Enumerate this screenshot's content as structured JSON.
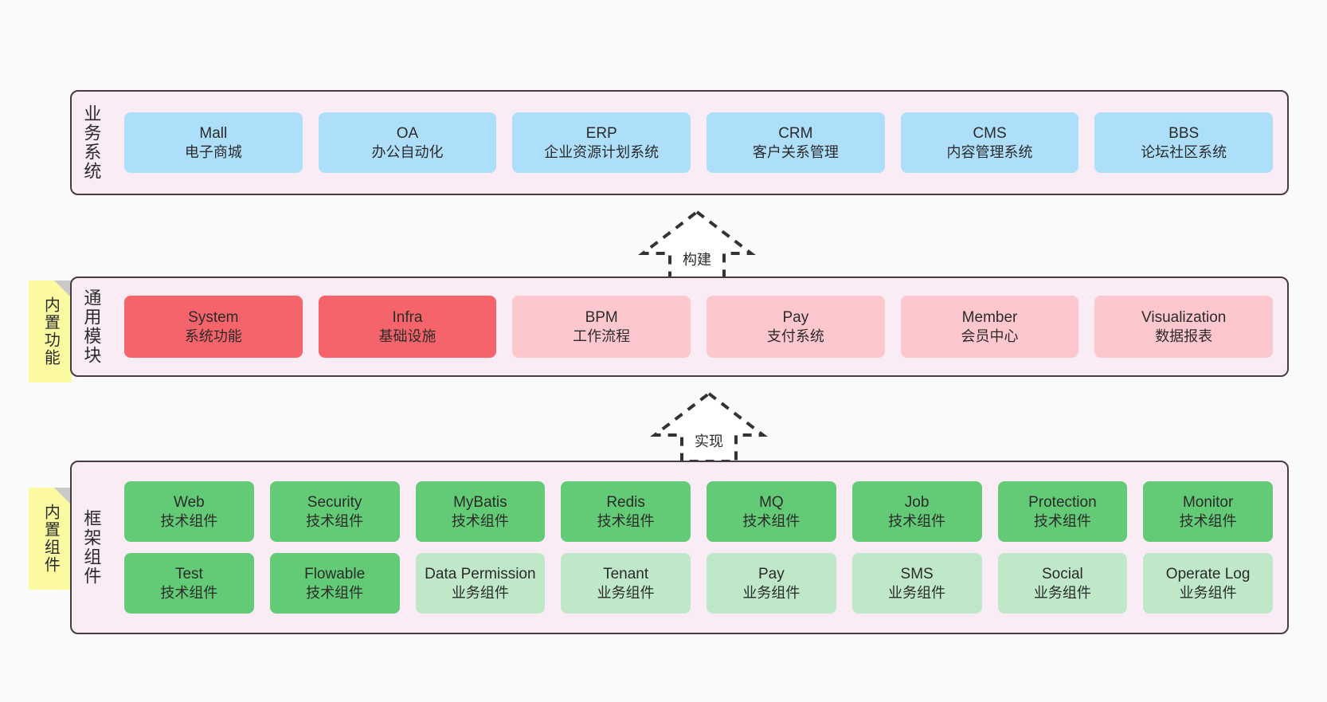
{
  "diagram": {
    "background_color": "#fafafa",
    "panel_bg": "#f9ecf5",
    "panel_border": "#4a3a42"
  },
  "layers": [
    {
      "id": "business",
      "title": "业务系统",
      "card_color": "#addffb",
      "cards": [
        {
          "en": "Mall",
          "cn": "电子商城"
        },
        {
          "en": "OA",
          "cn": "办公自动化"
        },
        {
          "en": "ERP",
          "cn": "企业资源计划系统"
        },
        {
          "en": "CRM",
          "cn": "客户关系管理"
        },
        {
          "en": "CMS",
          "cn": "内容管理系统"
        },
        {
          "en": "BBS",
          "cn": "论坛社区系统"
        }
      ]
    },
    {
      "id": "common-modules",
      "title": "通用模块",
      "side_tab": "内置功能",
      "strong_color": "#f4646a",
      "soft_color": "#fcc8ce",
      "cards": [
        {
          "en": "System",
          "cn": "系统功能",
          "style": "strong"
        },
        {
          "en": "Infra",
          "cn": "基础设施",
          "style": "strong"
        },
        {
          "en": "BPM",
          "cn": "工作流程",
          "style": "soft"
        },
        {
          "en": "Pay",
          "cn": "支付系统",
          "style": "soft"
        },
        {
          "en": "Member",
          "cn": "会员中心",
          "style": "soft"
        },
        {
          "en": "Visualization",
          "cn": "数据报表",
          "style": "soft"
        }
      ]
    },
    {
      "id": "framework",
      "title": "框架组件",
      "side_tab": "内置组件",
      "tech_color": "#63ca76",
      "biz_color": "#bfe8c8",
      "row1": [
        {
          "en": "Web",
          "cn": "技术组件",
          "style": "tech"
        },
        {
          "en": "Security",
          "cn": "技术组件",
          "style": "tech"
        },
        {
          "en": "MyBatis",
          "cn": "技术组件",
          "style": "tech"
        },
        {
          "en": "Redis",
          "cn": "技术组件",
          "style": "tech"
        },
        {
          "en": "MQ",
          "cn": "技术组件",
          "style": "tech"
        },
        {
          "en": "Job",
          "cn": "技术组件",
          "style": "tech"
        },
        {
          "en": "Protection",
          "cn": "技术组件",
          "style": "tech"
        },
        {
          "en": "Monitor",
          "cn": "技术组件",
          "style": "tech"
        }
      ],
      "row2": [
        {
          "en": "Test",
          "cn": "技术组件",
          "style": "tech"
        },
        {
          "en": "Flowable",
          "cn": "技术组件",
          "style": "tech"
        },
        {
          "en": "Data Permission",
          "cn": "业务组件",
          "style": "biz"
        },
        {
          "en": "Tenant",
          "cn": "业务组件",
          "style": "biz"
        },
        {
          "en": "Pay",
          "cn": "业务组件",
          "style": "biz"
        },
        {
          "en": "SMS",
          "cn": "业务组件",
          "style": "biz"
        },
        {
          "en": "Social",
          "cn": "业务组件",
          "style": "biz"
        },
        {
          "en": "Operate Log",
          "cn": "业务组件",
          "style": "biz"
        }
      ]
    }
  ],
  "connectors": [
    {
      "id": "build",
      "label": "构建",
      "direction": "up",
      "style": "dashed"
    },
    {
      "id": "implement",
      "label": "实现",
      "direction": "up",
      "style": "dashed"
    }
  ]
}
